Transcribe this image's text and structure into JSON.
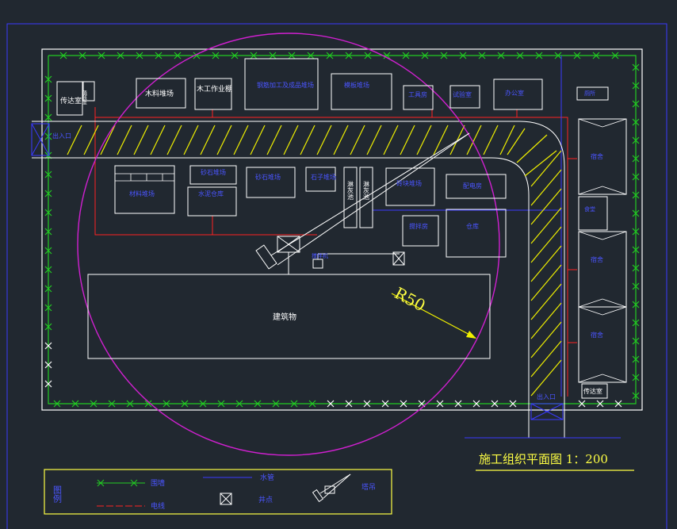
{
  "labels": {
    "guard_room_top": "传达室",
    "duty_room": "值班室",
    "wood_yard": "木料堆场",
    "carpentry_shed": "木工作业棚",
    "rebar_shed": "钢筋加工及成品堆场",
    "formwork_yard": "模板堆场",
    "tool_room": "工具房",
    "lab_room": "试验室",
    "office": "办公室",
    "top_right_room": "厕所",
    "material_yard_left": "材料堆场",
    "sand_yard": "砂石堆场",
    "cement_room": "水泥仓库",
    "cement_yard": "砂石堆场",
    "stone_yard": "石子堆场",
    "lime_pool_1": "淋灰池",
    "lime_pool_2": "淋灰池",
    "brick_yard": "砖块堆场",
    "mixer_room": "搅拌房",
    "pump_room": "配电房",
    "storage": "仓库",
    "mixer_label": "搅拌机",
    "building": "建筑物",
    "radius_label": "R50",
    "dorm_1": "宿舍",
    "canteen": "食堂",
    "dorm_2": "宿舍",
    "dorm_3": "宿舍",
    "guard_room_bottom": "传达室",
    "gate_left": "出入口",
    "gate_bottom": "出入口",
    "title": "施工组织平面图 1：200"
  },
  "legend": {
    "heading": "图例",
    "fence": "围墙",
    "water": "水管",
    "power": "电线",
    "well": "井点",
    "crane": "塔吊"
  },
  "colors": {
    "background": "#212830",
    "outline": "#ffffff",
    "fence": "#22cc22",
    "power_line": "#ff2222",
    "water_line": "#3a3aff",
    "crane_circle": "#d020d0",
    "hatch": "#f0f000",
    "title_text": "#ffff44",
    "label_blue": "#4a55ff"
  }
}
